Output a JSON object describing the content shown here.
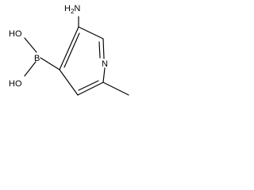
{
  "molecule": {
    "atoms": {
      "amine": "H2N",
      "ring_nitrogen": "N",
      "boron": "B",
      "hydroxyl_top": "HO",
      "hydroxyl_bottom": "HO"
    }
  }
}
